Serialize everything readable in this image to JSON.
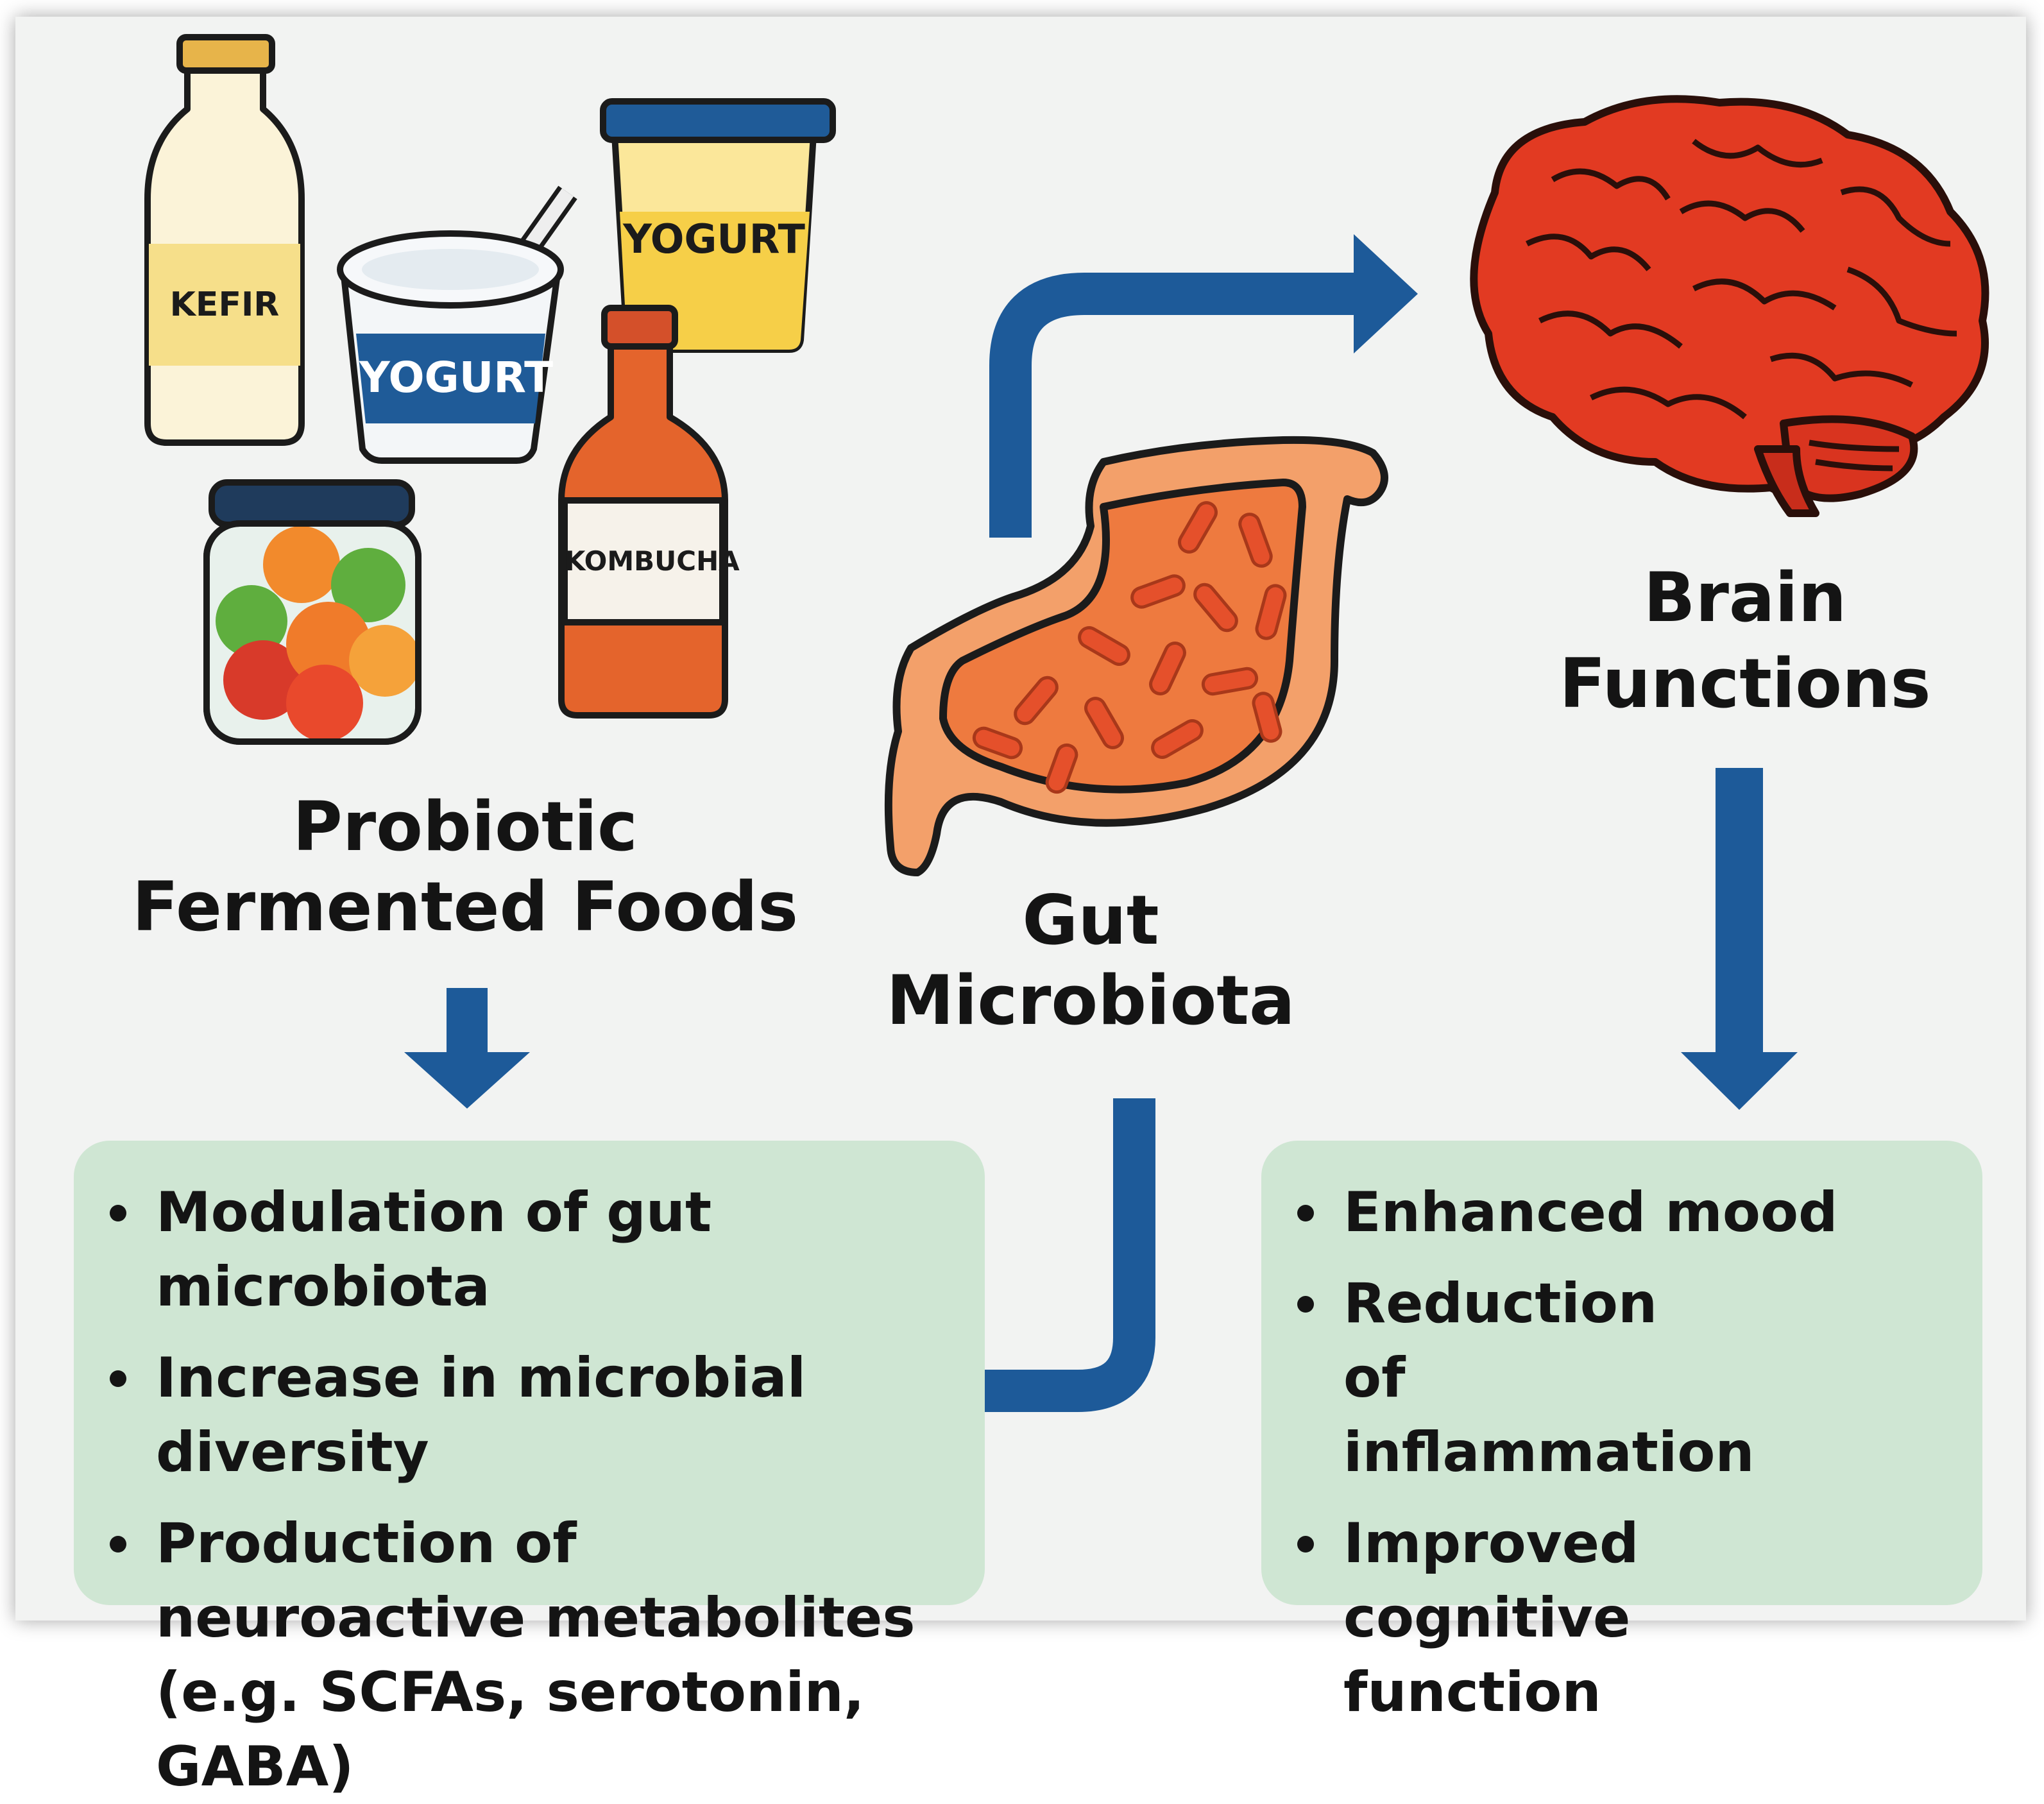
{
  "colors": {
    "arrow": "#1d5a99",
    "box_fill": "#cfe6d3",
    "panel_bg": "#f2f3f2",
    "brain": "#e23a22",
    "gut": "#f3a06a",
    "gut_inner": "#ee7a3f",
    "bacteria": "#e5502b"
  },
  "icons": {
    "foods": "fermented-foods-illustration",
    "gut": "stomach-with-bacteria-illustration",
    "brain": "brain-illustration"
  },
  "foods": {
    "kefir_label": "KEFIR",
    "yogurt_cup_label": "YOGURT",
    "yogurt_jar_label": "YOGURT",
    "kombucha_label": "KOMBUCHA",
    "heading_line1": "Probiotic",
    "heading_line2": "Fermented Foods"
  },
  "gut": {
    "heading_line1": "Gut",
    "heading_line2": "Microbiota"
  },
  "brain": {
    "heading_line1": "Brain",
    "heading_line2": "Functions"
  },
  "left_box": {
    "items": [
      "Modulation of gut microbiota",
      "Increase in microbial diversity",
      "Production of neuroactive metabolites (e.g. SCFAs, serotonin, GABA)"
    ]
  },
  "right_box": {
    "items": [
      "Enhanced mood",
      "Reduction of inflammation",
      "Improved cognitive function"
    ]
  }
}
